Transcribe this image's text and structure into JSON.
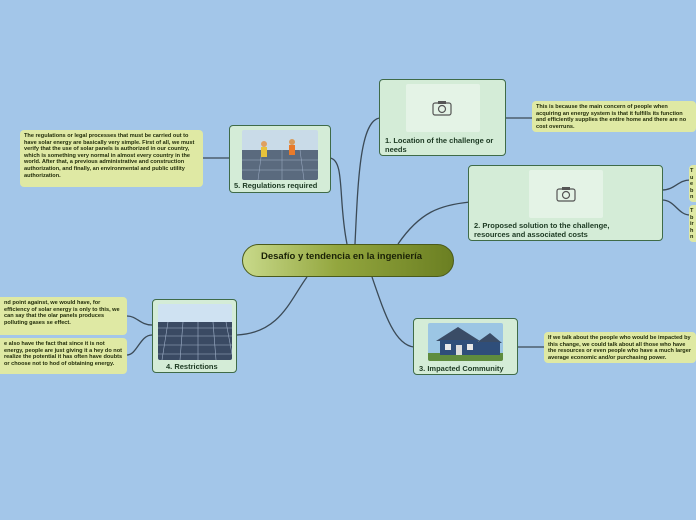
{
  "central": {
    "title": "Desafío y tendencia en la ingeniería"
  },
  "topics": {
    "location": {
      "label": "1. Location of the challenge or needs"
    },
    "solution": {
      "label": "2. Proposed solution to the challenge, resources and associated costs"
    },
    "community": {
      "label": "3. Impacted Community"
    },
    "restrictions": {
      "label": "4. Restrictions"
    },
    "regulations": {
      "label": "5. Regulations required"
    }
  },
  "notes": {
    "location": "This is because the main concern of people when acquiring an energy system is that it fulfills its function and efficiently supplies the entire home and there are no cost overruns.",
    "regulations": "The regulations or legal processes that must be carried out to have solar energy are basically very simple. First of all, we must verify that the use of solar panels is authorized in our country, which is something very normal in almost every country in the world. After that, a previous administrative and construction authorization, and finally, an environmental and public utility authorization.",
    "community": "If we talk about the people who would be impacted by this change, we could talk about all those who have the resources or even people who have a much larger average economic and/or purchasing power.",
    "restrictions_1": "nd point against, we would have, for efficiency of solar energy is only to this, we can say that the olar panels produces polluting gases se effect.",
    "restrictions_2": "e also have the fact that since it is not energy, people are just giving it a hey do not realize the potential it has often have doubts or choose not to hod of obtaining energy.",
    "solution_1": "T u e b n",
    "solution_2": "T b ir h n"
  },
  "colors": {
    "background": "#a3c6e9",
    "topic_fill": "#d4ecd7",
    "note_fill": "#dfe9a4",
    "central_fill": "#93a63e",
    "connector": "#3b4a56"
  },
  "icons": {
    "camera": "camera-icon"
  }
}
